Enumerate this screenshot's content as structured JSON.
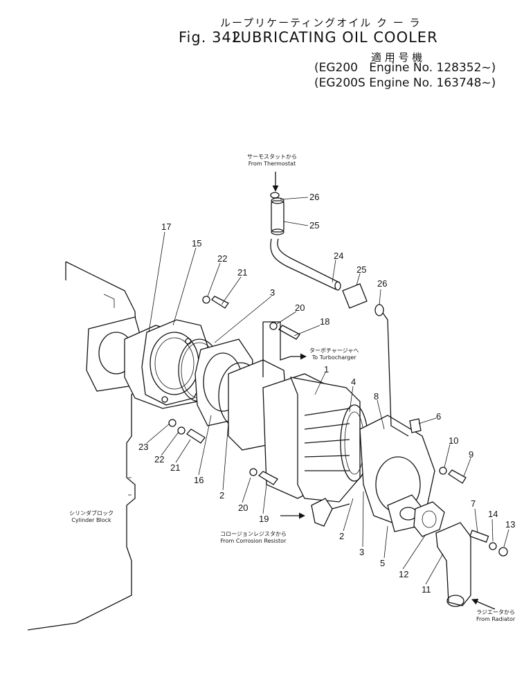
{
  "header": {
    "japanese_title": "ループリケーティングオイル ク ー ラ",
    "fig_label": "Fig. 342",
    "title": "LUBRICATING OIL COOLER",
    "applicable_jp": "適 用 号 機",
    "serials": [
      {
        "open": "(",
        "model": "EG200",
        "text": "Engine No. 128352~",
        "close": ")"
      },
      {
        "open": "(",
        "model": "EG200S",
        "text": "Engine No. 163748~",
        "close": ")"
      }
    ]
  },
  "notes": {
    "thermostat_jp": "サーモスタットから",
    "thermostat_en": "From Thermostat",
    "turbo_jp": "ターボチャージャへ",
    "turbo_en": "To Turbocharger",
    "cylinder_jp": "シリンダブロック",
    "cylinder_en": "Cylinder Block",
    "corrosion_jp": "コロージョンレジスタから",
    "corrosion_en": "From Corrosion Resistor",
    "radiator_jp": "ラジエータから",
    "radiator_en": "From Radiator"
  },
  "parts": [
    "26",
    "25",
    "24",
    "25",
    "26",
    "17",
    "15",
    "22",
    "21",
    "3",
    "20",
    "18",
    "1",
    "4",
    "8",
    "6",
    "10",
    "9",
    "23",
    "22",
    "21",
    "16",
    "2",
    "20",
    "19",
    "2",
    "3",
    "5",
    "12",
    "11",
    "7",
    "14",
    "13"
  ]
}
